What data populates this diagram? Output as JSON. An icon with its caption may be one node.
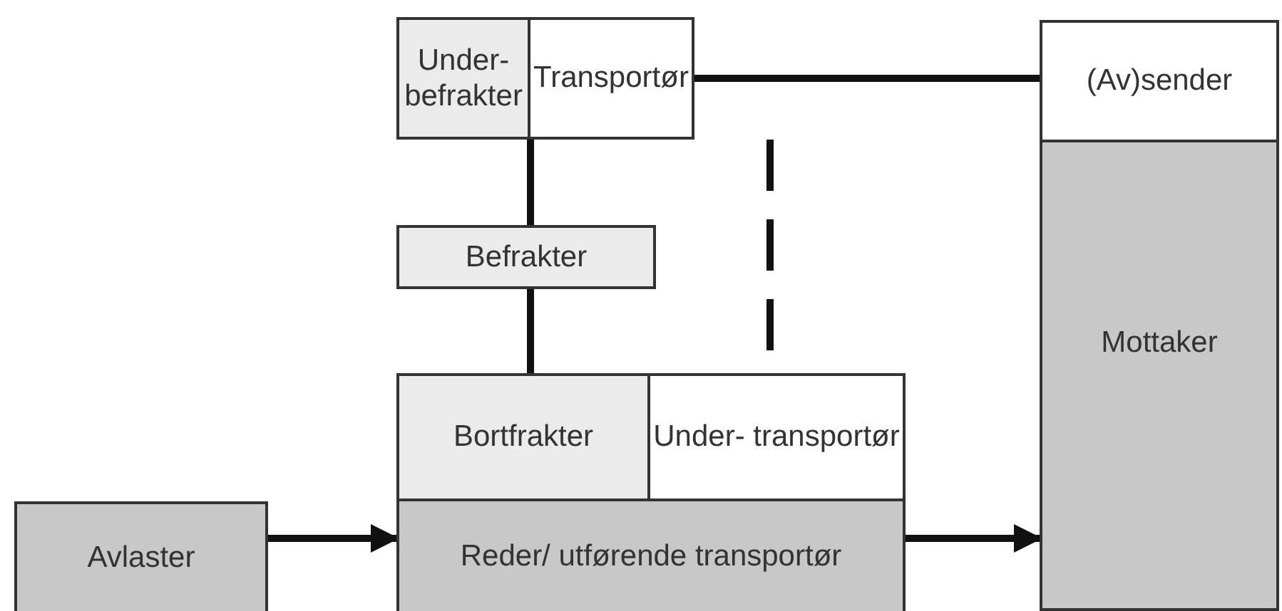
{
  "diagram": {
    "nodes": [
      {
        "text": [
          "Under- befrakter"
        ]
      },
      {
        "text": [
          "Transportør"
        ]
      },
      {
        "text": [
          "(Av)sender"
        ]
      },
      {
        "text": [
          "Mottaker"
        ]
      },
      {
        "text": [
          "Befrakter"
        ]
      },
      {
        "text": [
          "Bortfrakter"
        ]
      },
      {
        "text": [
          "Under- transportør"
        ]
      },
      {
        "text": [
          "Reder/ utførende transportør"
        ]
      },
      {
        "text": [
          "Avlaster"
        ]
      }
    ],
    "edges": [
      {
        "from": 1,
        "to": 2,
        "arrow": "none"
      },
      {
        "from": 0,
        "to": 4,
        "arrow": "none"
      },
      {
        "from": 1,
        "to": 6,
        "arrow": "none",
        "style": "dashed"
      },
      {
        "from": 4,
        "to": 5,
        "arrow": "none"
      },
      {
        "from": 8,
        "to": 7,
        "arrow": "to"
      },
      {
        "from": 7,
        "to": 3,
        "arrow": "to"
      }
    ]
  }
}
